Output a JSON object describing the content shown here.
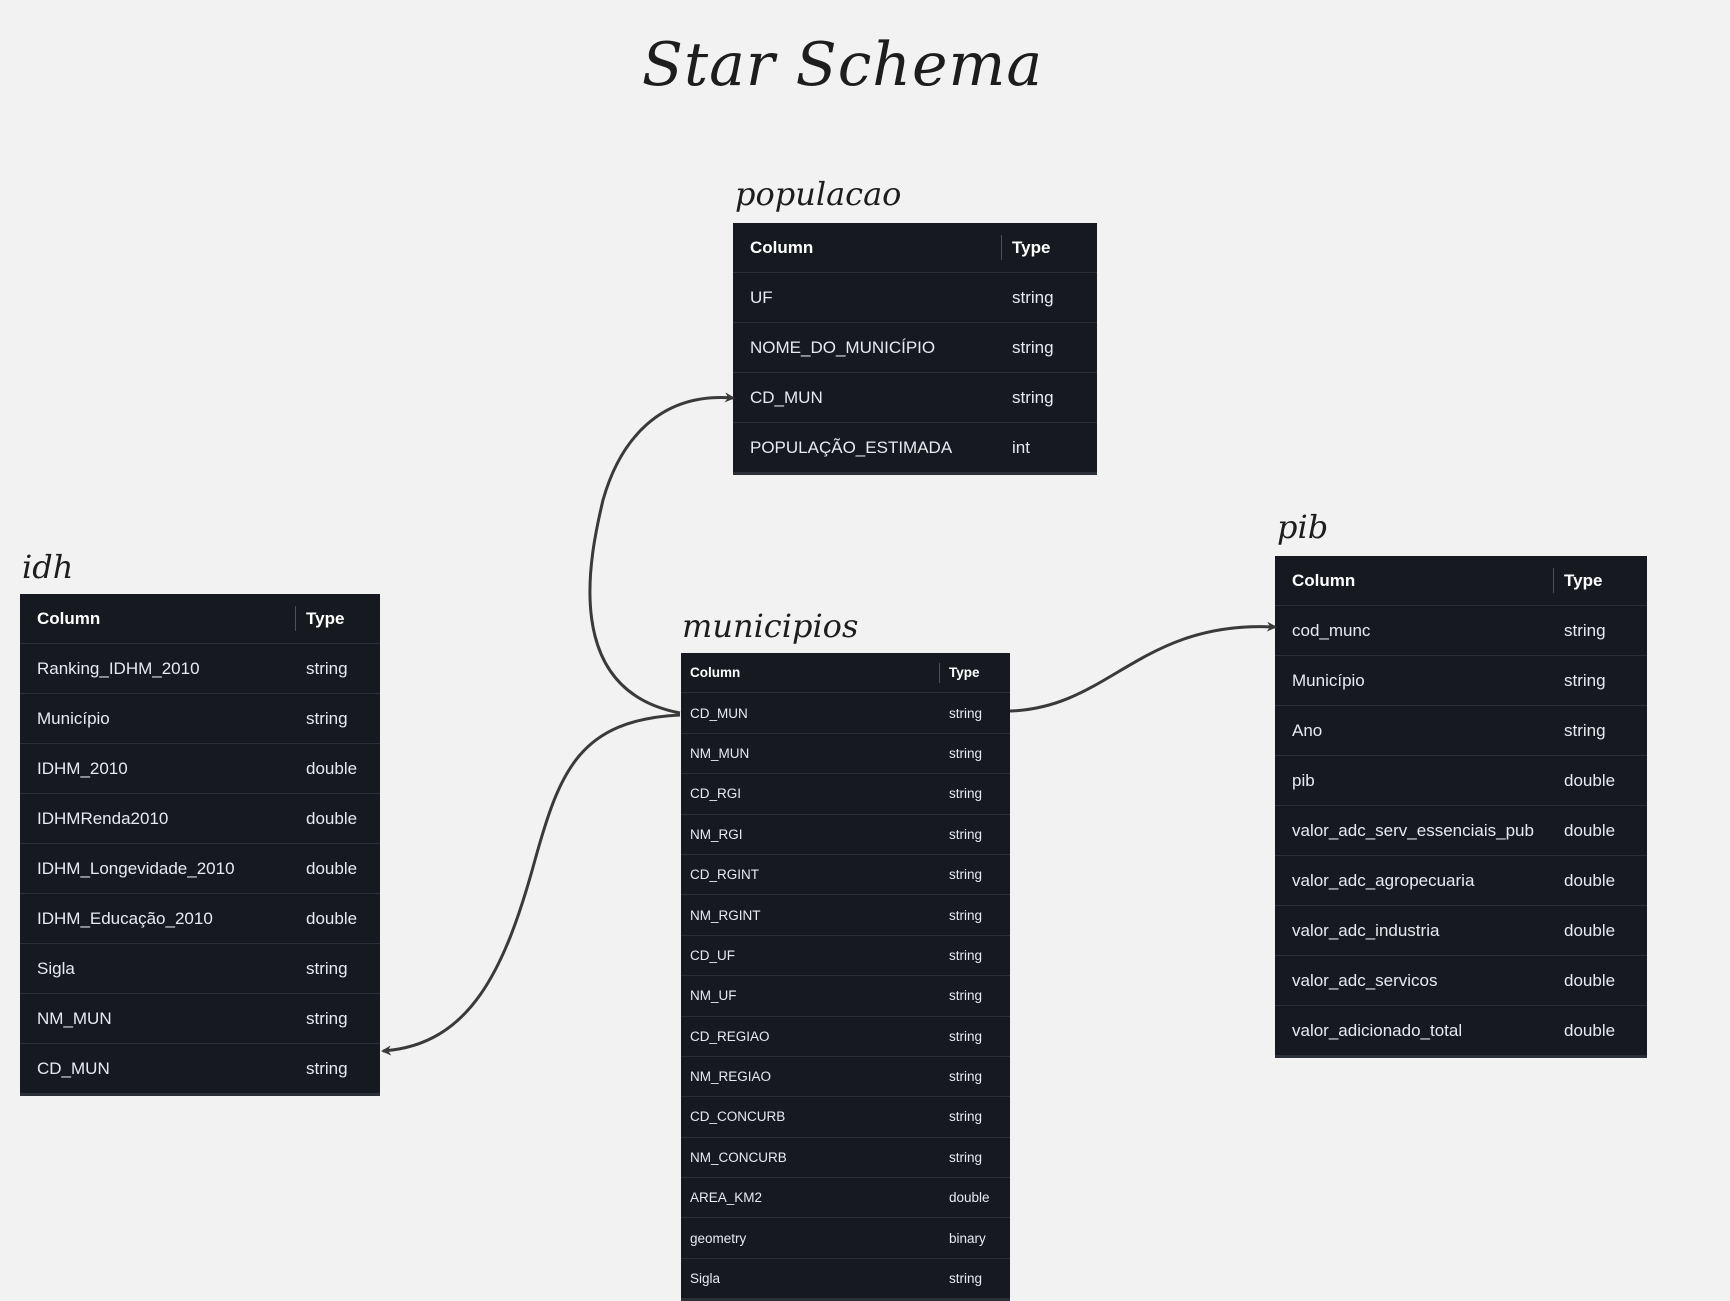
{
  "title": "Star Schema",
  "headers": {
    "column": "Column",
    "type": "Type"
  },
  "tables": {
    "populacao": {
      "name": "populacao",
      "rows": [
        [
          "UF",
          "string"
        ],
        [
          "NOME_DO_MUNICÍPIO",
          "string"
        ],
        [
          "CD_MUN",
          "string"
        ],
        [
          "POPULAÇÃO_ESTIMADA",
          "int"
        ]
      ]
    },
    "idh": {
      "name": "idh",
      "rows": [
        [
          "Ranking_IDHM_2010",
          "string"
        ],
        [
          "Município",
          "string"
        ],
        [
          "IDHM_2010",
          "double"
        ],
        [
          "IDHMRenda2010",
          "double"
        ],
        [
          "IDHM_Longevidade_2010",
          "double"
        ],
        [
          "IDHM_Educação_2010",
          "double"
        ],
        [
          "Sigla",
          "string"
        ],
        [
          "NM_MUN",
          "string"
        ],
        [
          "CD_MUN",
          "string"
        ]
      ]
    },
    "municipios": {
      "name": "municipios",
      "rows": [
        [
          "CD_MUN",
          "string"
        ],
        [
          "NM_MUN",
          "string"
        ],
        [
          "CD_RGI",
          "string"
        ],
        [
          "NM_RGI",
          "string"
        ],
        [
          "CD_RGINT",
          "string"
        ],
        [
          "NM_RGINT",
          "string"
        ],
        [
          "CD_UF",
          "string"
        ],
        [
          "NM_UF",
          "string"
        ],
        [
          "CD_REGIAO",
          "string"
        ],
        [
          "NM_REGIAO",
          "string"
        ],
        [
          "CD_CONCURB",
          "string"
        ],
        [
          "NM_CONCURB",
          "string"
        ],
        [
          "AREA_KM2",
          "double"
        ],
        [
          "geometry",
          "binary"
        ],
        [
          "Sigla",
          "string"
        ]
      ]
    },
    "pib": {
      "name": "pib",
      "rows": [
        [
          "cod_munc",
          "string"
        ],
        [
          "Município",
          "string"
        ],
        [
          "Ano",
          "string"
        ],
        [
          "pib",
          "double"
        ],
        [
          "valor_adc_serv_essenciais_pub",
          "double"
        ],
        [
          "valor_adc_agropecuaria",
          "double"
        ],
        [
          "valor_adc_industria",
          "double"
        ],
        [
          "valor_adc_servicos",
          "double"
        ],
        [
          "valor_adicionado_total",
          "double"
        ]
      ]
    }
  },
  "relationships": [
    {
      "from": "municipios.CD_MUN",
      "to": "populacao.CD_MUN"
    },
    {
      "from": "municipios.CD_MUN",
      "to": "idh.CD_MUN"
    },
    {
      "from": "municipios.CD_MUN",
      "to": "pib.cod_munc"
    }
  ]
}
